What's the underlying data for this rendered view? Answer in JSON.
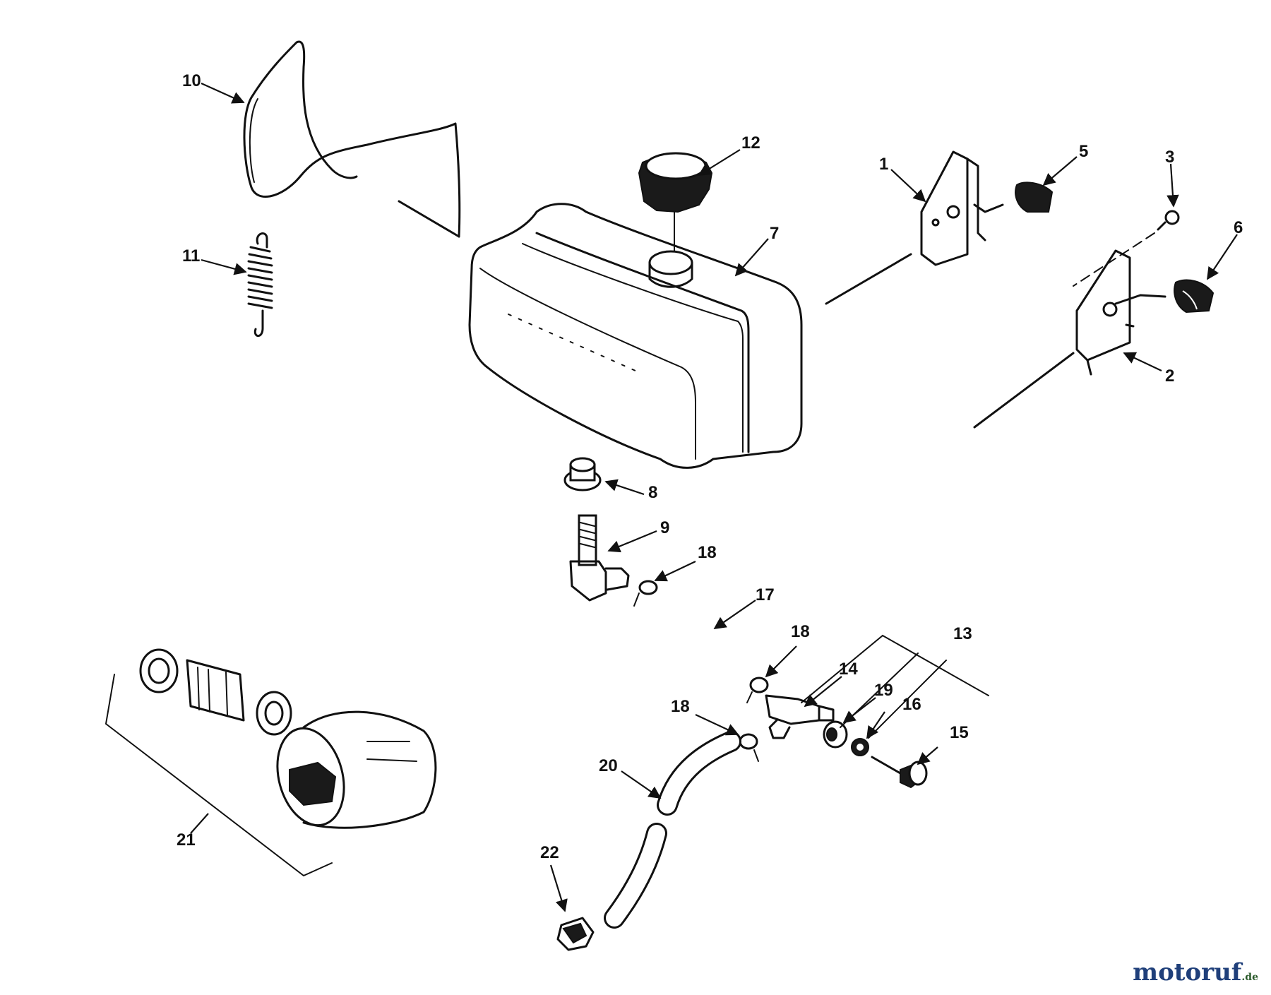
{
  "callouts": {
    "c1": "1",
    "c2": "2",
    "c3": "3",
    "c5": "5",
    "c6": "6",
    "c7": "7",
    "c8": "8",
    "c9": "9",
    "c10": "10",
    "c11": "11",
    "c12": "12",
    "c13": "13",
    "c14": "14",
    "c15": "15",
    "c16": "16",
    "c17": "17",
    "c18a": "18",
    "c18b": "18",
    "c18c": "18",
    "c19": "19",
    "c20": "20",
    "c21": "21",
    "c22": "22"
  },
  "watermark": {
    "brand": "motoruf",
    "suffix": ".de"
  },
  "colors": {
    "ink": "#111111",
    "brand": "#1f3f7a"
  }
}
